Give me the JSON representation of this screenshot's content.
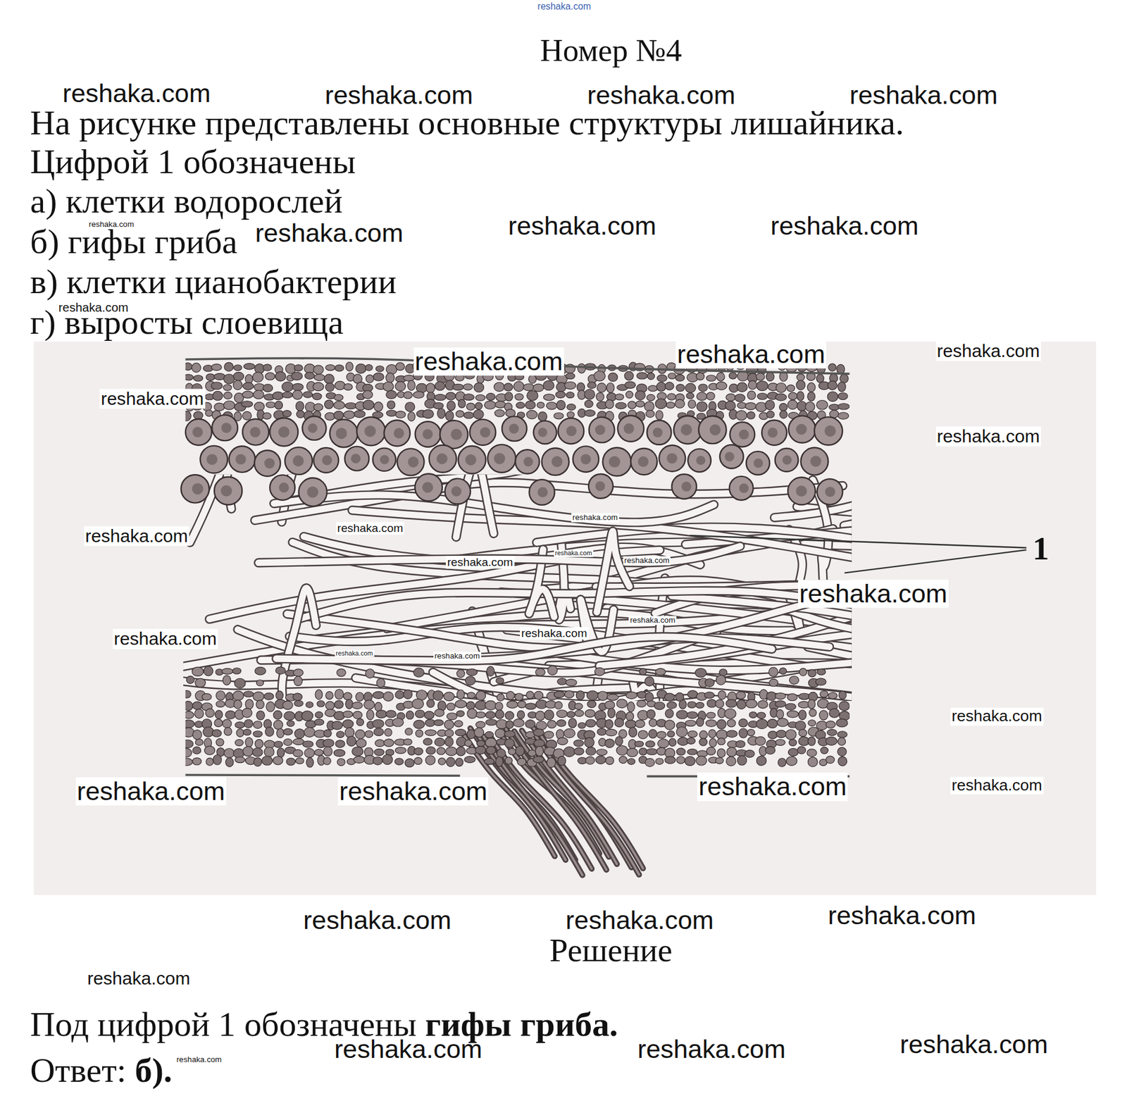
{
  "diagram": {
    "title": "Номер №4",
    "labels": [
      "reshaka.com",
      "reshaka.com",
      "reshaka.com",
      "reshaka.com",
      "reshaka.com",
      "На рисунке представлены основные структуры лишайника.",
      "Цифрой 1 обозначены",
      "а) клетки водорослей",
      "reshaka.com",
      "б) гифы гриба",
      "reshaka.com",
      "reshaka.com",
      "reshaka.com",
      "в) клетки цианобактерии",
      "reshaka.com",
      "г) выросты слоевища",
      "reshaka.com",
      "reshaka.com",
      "reshaka.com",
      "reshaka.com",
      "reshaka.com",
      "reshaka.com",
      "reshaka.com",
      "reshaka.com",
      "reshaka.com",
      "reshaka.com",
      "reshaka.com",
      "1",
      "reshaka.com",
      "reshaka.com",
      "reshaka.com",
      "reshaka.com",
      "reshaka.com",
      "reshaka.com",
      "reshaka.com",
      "reshaka.com",
      "reshaka.com",
      "reshaka.com",
      "reshaka.com",
      "reshaka.com",
      "reshaka.com",
      "reshaka.com",
      "Решение",
      "reshaka.com",
      "Под цифрой 1 обозначены",
      "гифы гриба.",
      "reshaka.com",
      "reshaka.com",
      "reshaka.com",
      "Ответ:",
      "б).",
      "reshaka.com"
    ]
  }
}
